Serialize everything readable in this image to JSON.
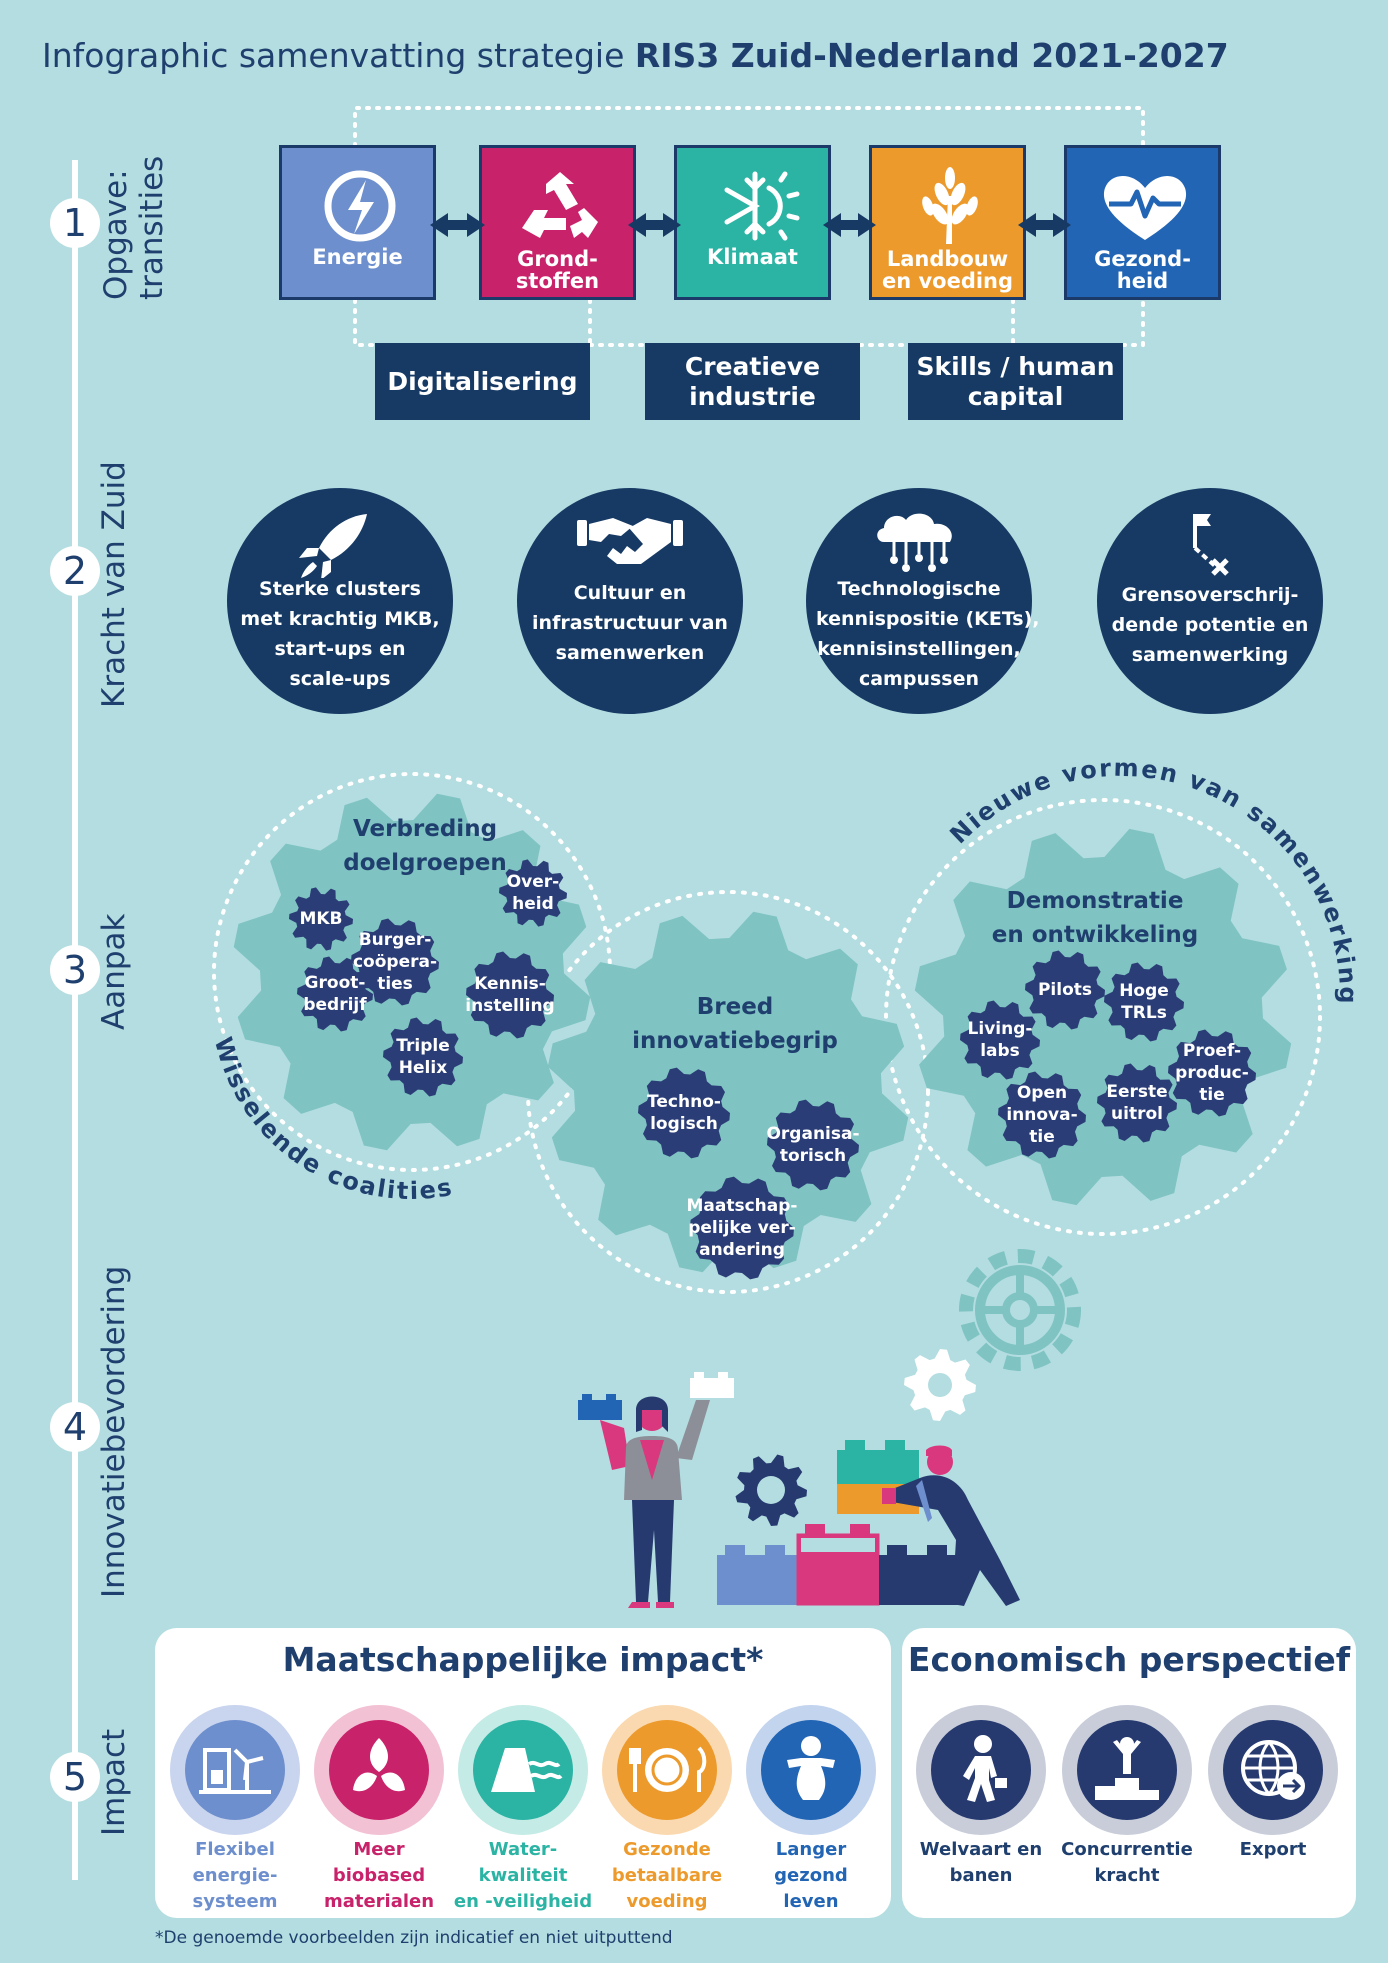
{
  "title": {
    "prefix": "Infographic samenvatting strategie ",
    "bold": "RIS3 Zuid-Nederland 2021-2027"
  },
  "steps": [
    {
      "num": "1",
      "label1": "Opgave:",
      "label2": "transities"
    },
    {
      "num": "2",
      "label": "Kracht van Zuid"
    },
    {
      "num": "3",
      "label": "Aanpak"
    },
    {
      "num": "4",
      "label": "Innovatiebevordering"
    },
    {
      "num": "5",
      "label": "Impact"
    }
  ],
  "transitions": [
    {
      "label": "Energie",
      "color": "#6e8fcd",
      "icon": "lightning-icon"
    },
    {
      "label": "Grond-\nstoffen",
      "color": "#c8226a",
      "icon": "recycle-icon"
    },
    {
      "label": "Klimaat",
      "color": "#2bb3a4",
      "icon": "snow-sun-icon"
    },
    {
      "label": "Landbouw\nen voeding",
      "color": "#ec9a2c",
      "icon": "wheat-icon"
    },
    {
      "label": "Gezond-\nheid",
      "color": "#2265b4",
      "icon": "heart-pulse-icon"
    }
  ],
  "enablers": [
    "Digitalisering",
    "Creatieve\nindustrie",
    "Skills / human\ncapital"
  ],
  "strengths": [
    {
      "label": "Sterke clusters\nmet krachtig MKB,\nstart-ups en\nscale-ups",
      "icon": "rocket-icon"
    },
    {
      "label": "Cultuur en\ninfrastructuur van\nsamenwerken",
      "icon": "handshake-icon"
    },
    {
      "label": "Technologische\nkennispositie (KETs),\nkennisinstellingen,\ncampussen",
      "icon": "cloud-network-icon"
    },
    {
      "label": "Grensoverschrij-\ndende potentie en\nsamenwerking",
      "icon": "flag-cross-icon"
    }
  ],
  "approach": {
    "gear1": {
      "title": "Verbreding\ndoelgroepen",
      "items": [
        "MKB",
        "Burger-\ncoöpera-\nties",
        "Over-\nheid",
        "Groot-\nbedrijf",
        "Kennis-\ninstelling",
        "Triple\nHelix"
      ]
    },
    "gear2": {
      "title": "Breed\ninnovatiebegrip",
      "items": [
        "Techno-\nlogisch",
        "Organisa-\ntorisch",
        "Maatschap-\npelijke ver-\nandering"
      ]
    },
    "gear3": {
      "title": "Demonstratie\nen ontwikkeling",
      "items": [
        "Pilots",
        "Hoge\nTRLs",
        "Living-\nlabs",
        "Proef-\nproduc-\ntie",
        "Open\ninnova-\ntie",
        "Eerste\nuitrol"
      ]
    },
    "arc_left": "Wisselende coalities",
    "arc_right": "Nieuwe vormen van samenwerking"
  },
  "impact": {
    "society_title": "Maatschappelijke impact*",
    "society": [
      {
        "label": "Flexibel\nenergie-\nsysteem",
        "color": "#6e8fcd",
        "light": "#c9d4ee",
        "text": "#6e8fcd",
        "icon": "battery-wind-icon"
      },
      {
        "label": "Meer\nbiobased\nmaterialen",
        "color": "#c8226a",
        "light": "#f2c1d4",
        "text": "#c8226a",
        "icon": "bio-recycle-icon"
      },
      {
        "label": "Water-\nkwaliteit\nen -veiligheid",
        "color": "#2bb3a4",
        "light": "#c4ebe6",
        "text": "#2bb3a4",
        "icon": "dike-water-icon"
      },
      {
        "label": "Gezonde\nbetaalbare\nvoeding",
        "color": "#ec9a2c",
        "light": "#fad9b0",
        "text": "#ec9a2c",
        "icon": "plate-cutlery-icon"
      },
      {
        "label": "Langer\ngezond\nleven",
        "color": "#2265b4",
        "light": "#c3d4ee",
        "text": "#2265b4",
        "icon": "person-health-icon"
      }
    ],
    "economy_title": "Economisch perspectief",
    "economy": [
      {
        "label": "Welvaart en\nbanen",
        "icon": "businessman-icon"
      },
      {
        "label": "Concurrentie\nkracht",
        "icon": "podium-icon"
      },
      {
        "label": "Export",
        "icon": "globe-arrow-icon"
      }
    ]
  },
  "footnote": "*De genoemde voorbeelden zijn indicatief en niet uitputtend",
  "colors": {
    "navy": "#163a64",
    "background": "#b3dde0",
    "gear_light": "#7fc3c2",
    "gear_dark": "#2b3d76"
  }
}
